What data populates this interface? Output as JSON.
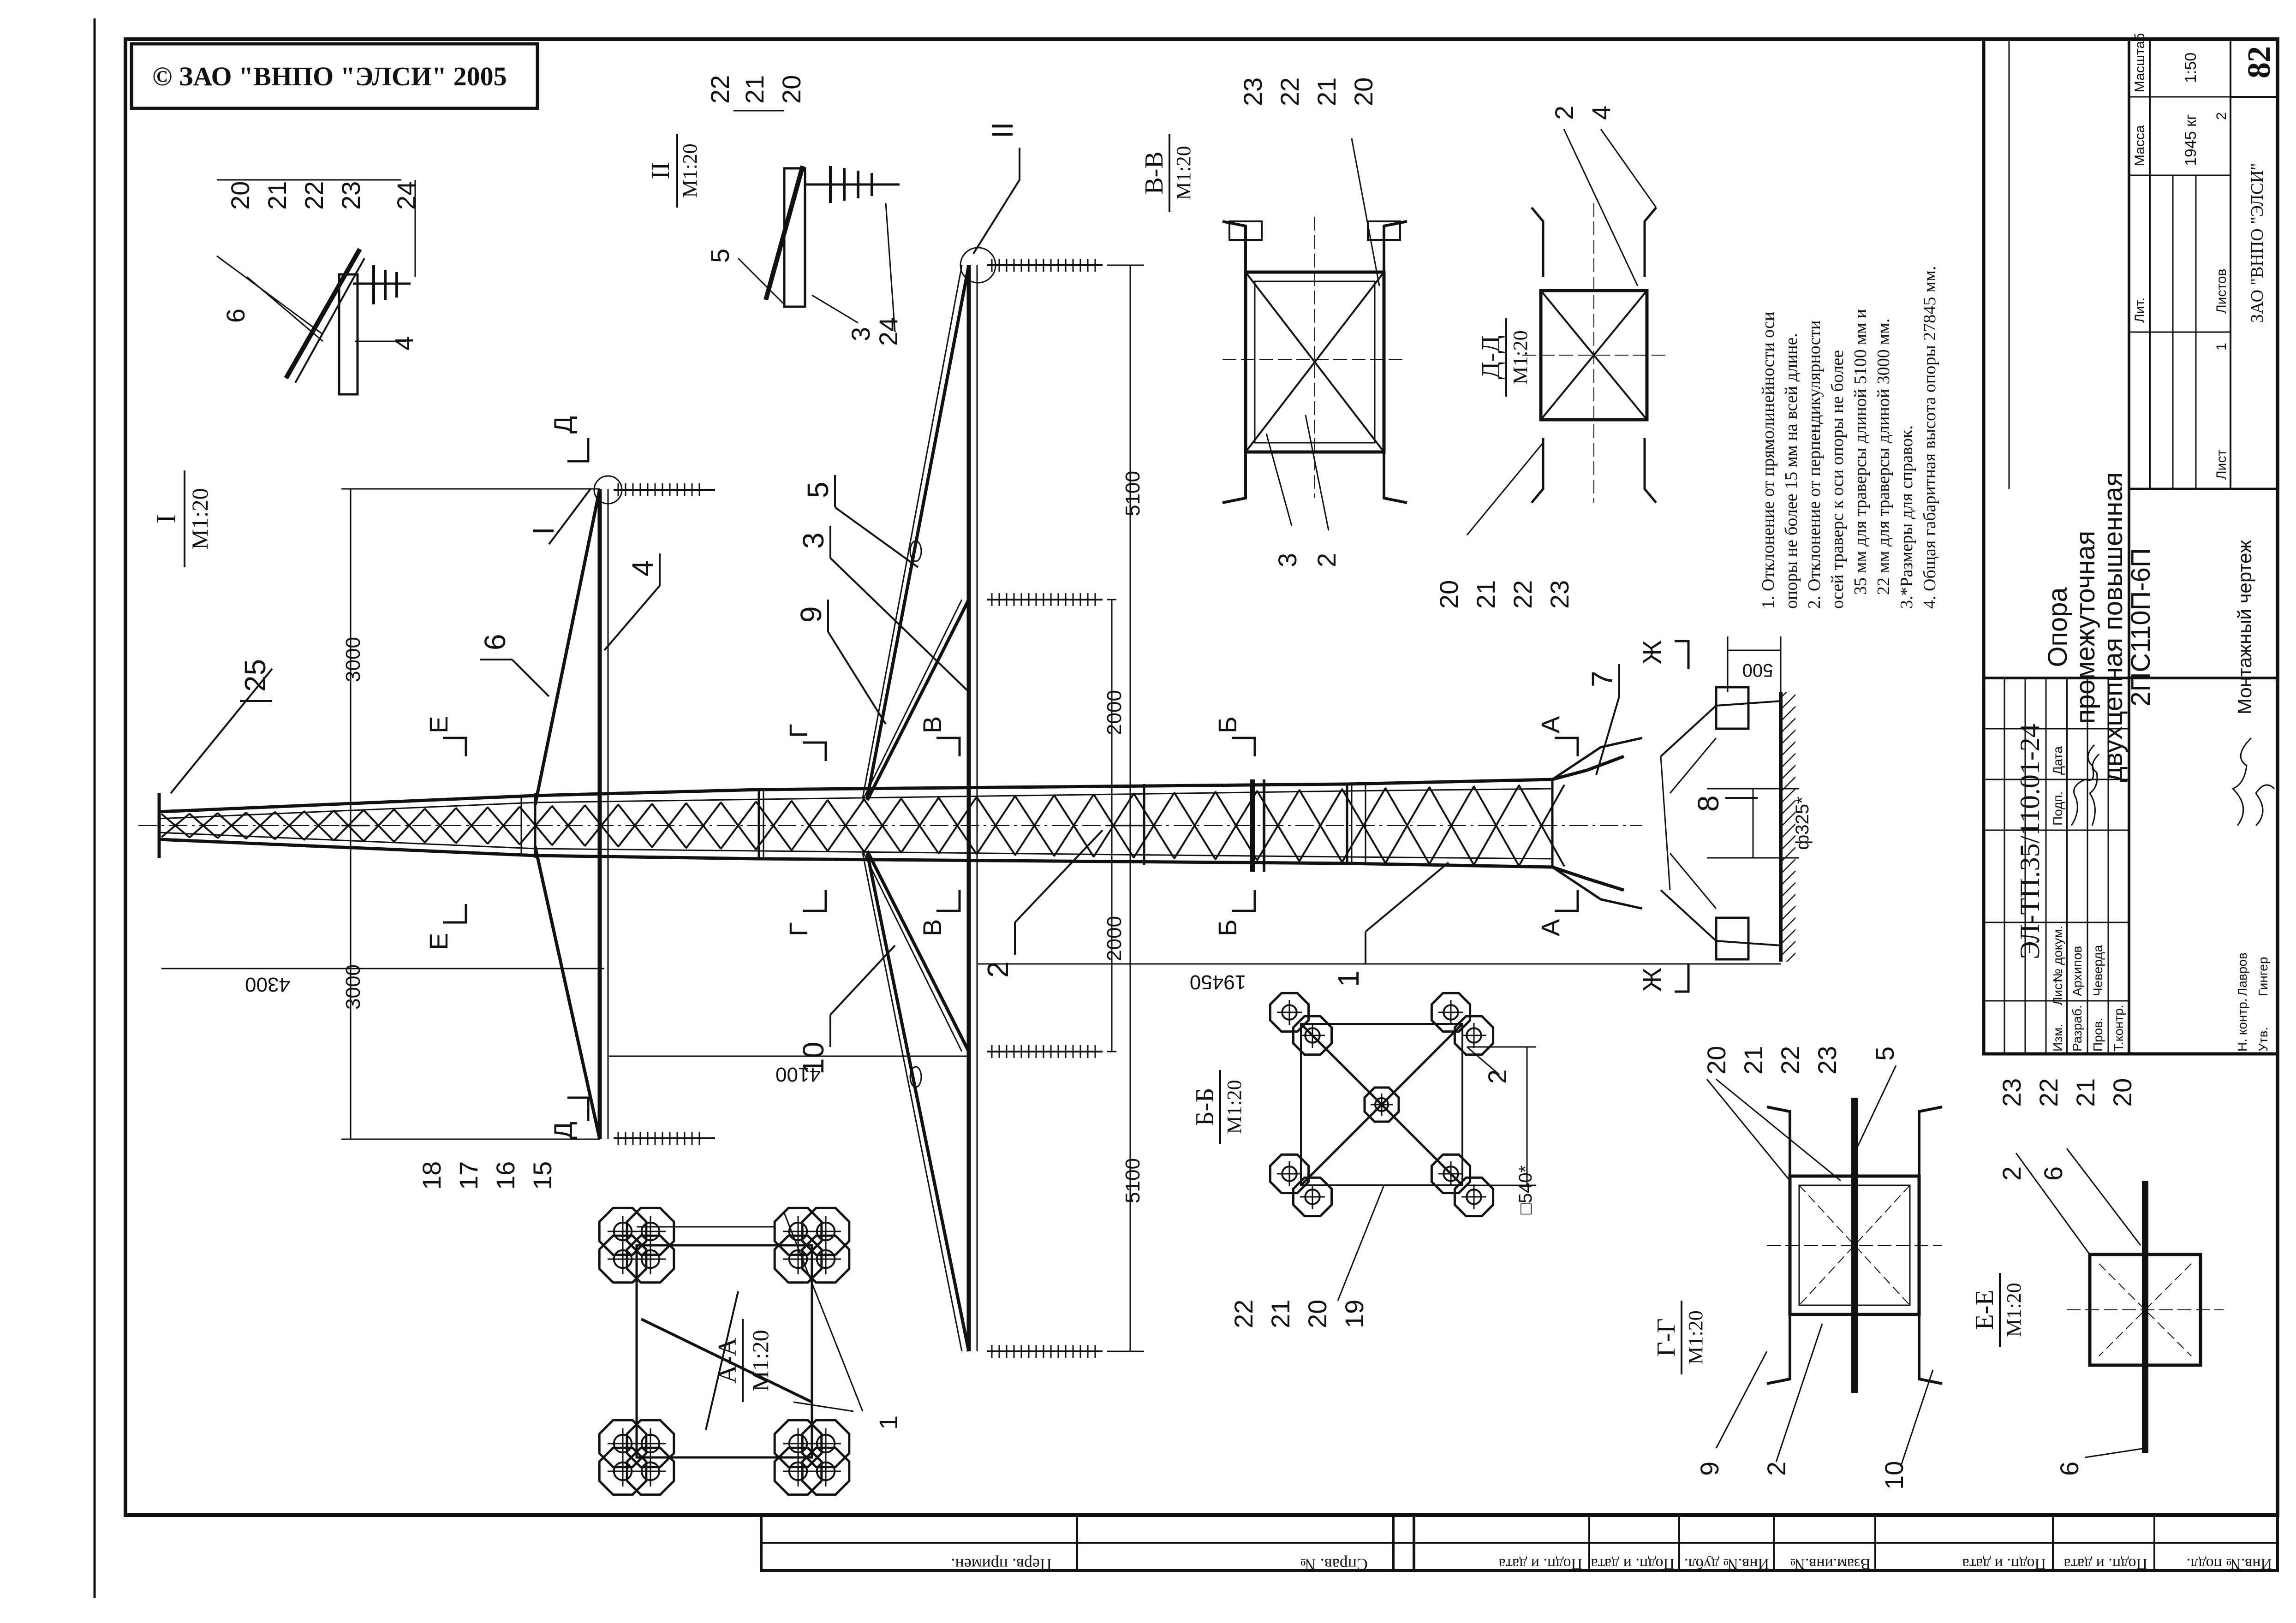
{
  "copyright": "© ЗАО \"ВНПО \"ЭЛСИ\" 2005",
  "sheet_number": "82",
  "document_code": "ЭЛ-ТП.35/110.01-24",
  "title_lines": [
    "Опора",
    "промежуточная",
    "двухцепная повышенная",
    "2ПС110П-6П"
  ],
  "subtitle": "Монтажный чертеж",
  "organization": "ЗАО \"ВНПО \"ЭЛСИ\"",
  "title_block": {
    "lit_label": "Лит.",
    "mass_label": "Масса",
    "scale_label": "Масштаб",
    "mass_value": "1945 кг",
    "scale_value": "1:50",
    "sheet_label": "Лист",
    "sheet_value": "1",
    "sheets_label": "Листов",
    "sheets_value": "2",
    "change_header": [
      "Изм.",
      "Лист",
      "№ докум.",
      "Подп.",
      "Дата"
    ],
    "roles": [
      {
        "role": "Разраб.",
        "name": "Архипов"
      },
      {
        "role": "Пров.",
        "name": "Чеверда"
      },
      {
        "role": "Т.контр.",
        "name": ""
      },
      {
        "role": "Н. контр.",
        "name": "Лавров"
      },
      {
        "role": "Утв.",
        "name": "Гингер"
      }
    ]
  },
  "notes": [
    "1. Отклонение от прямолинейности оси",
    "опоры не более 15 мм на всей длине.",
    "2. Отклонение  от перпендикулярности",
    "осей траверс к оси опоры не более",
    "35 мм для траверсы длиной 5100 мм и",
    "22 мм для траверсы длиной 3000 мм.",
    "3.*Размеры для справок.",
    "4. Общая габаритная высота опоры 27845 мм."
  ],
  "stamp_bottom": [
    "Перв. примен.",
    "Справ. №",
    "Подп. и дата",
    "Подп. и дата",
    "Инв.№ дубл.",
    "Взам.инв.№",
    "Подп. и дата",
    "Подп. и дата",
    "Инв.№ подл."
  ],
  "dims": {
    "d4300": "4300",
    "d3000a": "3000",
    "d3000b": "3000",
    "d4100": "4100",
    "d19450": "19450",
    "d5100a": "5100",
    "d5100b": "5100",
    "d2000a": "2000",
    "d2000b": "2000",
    "d500": "500",
    "d325": "ф325*",
    "d540": "□540*"
  },
  "views": {
    "I": {
      "name": "I",
      "scale": "М1:20"
    },
    "II": {
      "name": "II",
      "scale": "М1:20"
    },
    "VV": {
      "name": "В-В",
      "scale": "М1:20"
    },
    "DD": {
      "name": "Д-Д",
      "scale": "М1:20"
    },
    "AA": {
      "name": "А-А",
      "scale": "М1:20"
    },
    "BB": {
      "name": "Б-Б",
      "scale": "М1:20"
    },
    "GG": {
      "name": "Г-Г",
      "scale": "М1:20"
    },
    "EE": {
      "name": "Е-Е",
      "scale": "М1:20"
    }
  },
  "sections": {
    "A": "А",
    "B": "Б",
    "V": "В",
    "G": "Г",
    "D": "Д",
    "E": "Е",
    "Zh": "Ж"
  },
  "callouts": {
    "I_stack": [
      "20",
      "21",
      "22",
      "23",
      "24"
    ],
    "I_6": "6",
    "I_4": "4",
    "II_stack": [
      "22",
      "21",
      "20"
    ],
    "II_5": "5",
    "II_3": "3",
    "II_24": "24",
    "VV_stack": [
      "23",
      "22",
      "21",
      "20"
    ],
    "VV_3": "3",
    "VV_2": "2",
    "DD_2": "2",
    "DD_4": "4",
    "DD_stack": [
      "20",
      "21",
      "22",
      "23"
    ],
    "AA_stack": [
      "18",
      "17",
      "16",
      "15"
    ],
    "AA_1": "1",
    "BB_stack": [
      "22",
      "21",
      "20",
      "19"
    ],
    "BB_2": "2",
    "GG_stack": [
      "20",
      "21",
      "22",
      "23"
    ],
    "GG_5": "5",
    "GG_9": "9",
    "GG_2": "2",
    "GG_10": "10",
    "EE_stack": [
      "23",
      "22",
      "21",
      "20"
    ],
    "EE_2": "2",
    "EE_6a": "6",
    "EE_6b": "6",
    "main_25": "25",
    "main_6": "6",
    "main_4": "4",
    "main_I": "I",
    "main_II": "II",
    "main_5": "5",
    "main_3": "3",
    "main_9": "9",
    "main_10": "10",
    "main_2": "2",
    "main_1": "1",
    "main_7": "7",
    "main_8": "8"
  }
}
